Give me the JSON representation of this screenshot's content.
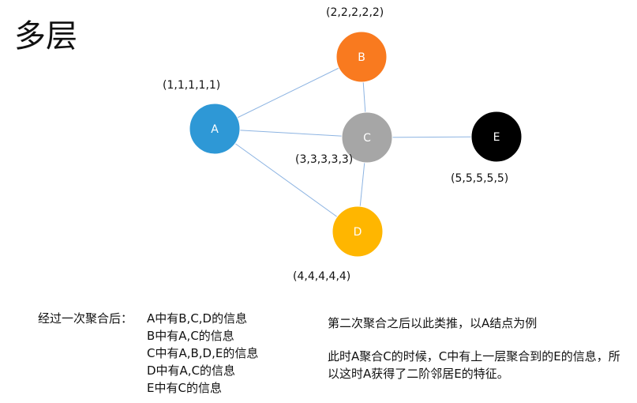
{
  "title": "多层",
  "graph": {
    "nodes": [
      {
        "id": "A",
        "label": "A",
        "vector": "(1,1,1,1,1)",
        "color": "#2E98D6"
      },
      {
        "id": "B",
        "label": "B",
        "vector": "(2,2,2,2,2)",
        "color": "#F97A1F"
      },
      {
        "id": "C",
        "label": "C",
        "vector": "(3,3,3,3,3)",
        "color": "#A6A6A6"
      },
      {
        "id": "D",
        "label": "D",
        "vector": "(4,4,4,4,4)",
        "color": "#FFB600"
      },
      {
        "id": "E",
        "label": "E",
        "vector": "(5,5,5,5,5)",
        "color": "#000000"
      }
    ],
    "edges": [
      [
        "A",
        "B"
      ],
      [
        "A",
        "C"
      ],
      [
        "A",
        "D"
      ],
      [
        "B",
        "C"
      ],
      [
        "C",
        "D"
      ],
      [
        "C",
        "E"
      ]
    ],
    "edge_color": "#8DB4E2"
  },
  "summary": {
    "heading": "经过一次聚合后：",
    "lines": [
      "A中有B,C,D的信息",
      "B中有A,C的信息",
      "C中有A,B,D,E的信息",
      "D中有A,C的信息",
      "E中有C的信息"
    ]
  },
  "second": {
    "line1": "第二次聚合之后以此类推，以A结点为例",
    "para": "此时A聚合C的时候，C中有上一层聚合到的E的信息，所以这时A获得了二阶邻居E的特征。"
  }
}
